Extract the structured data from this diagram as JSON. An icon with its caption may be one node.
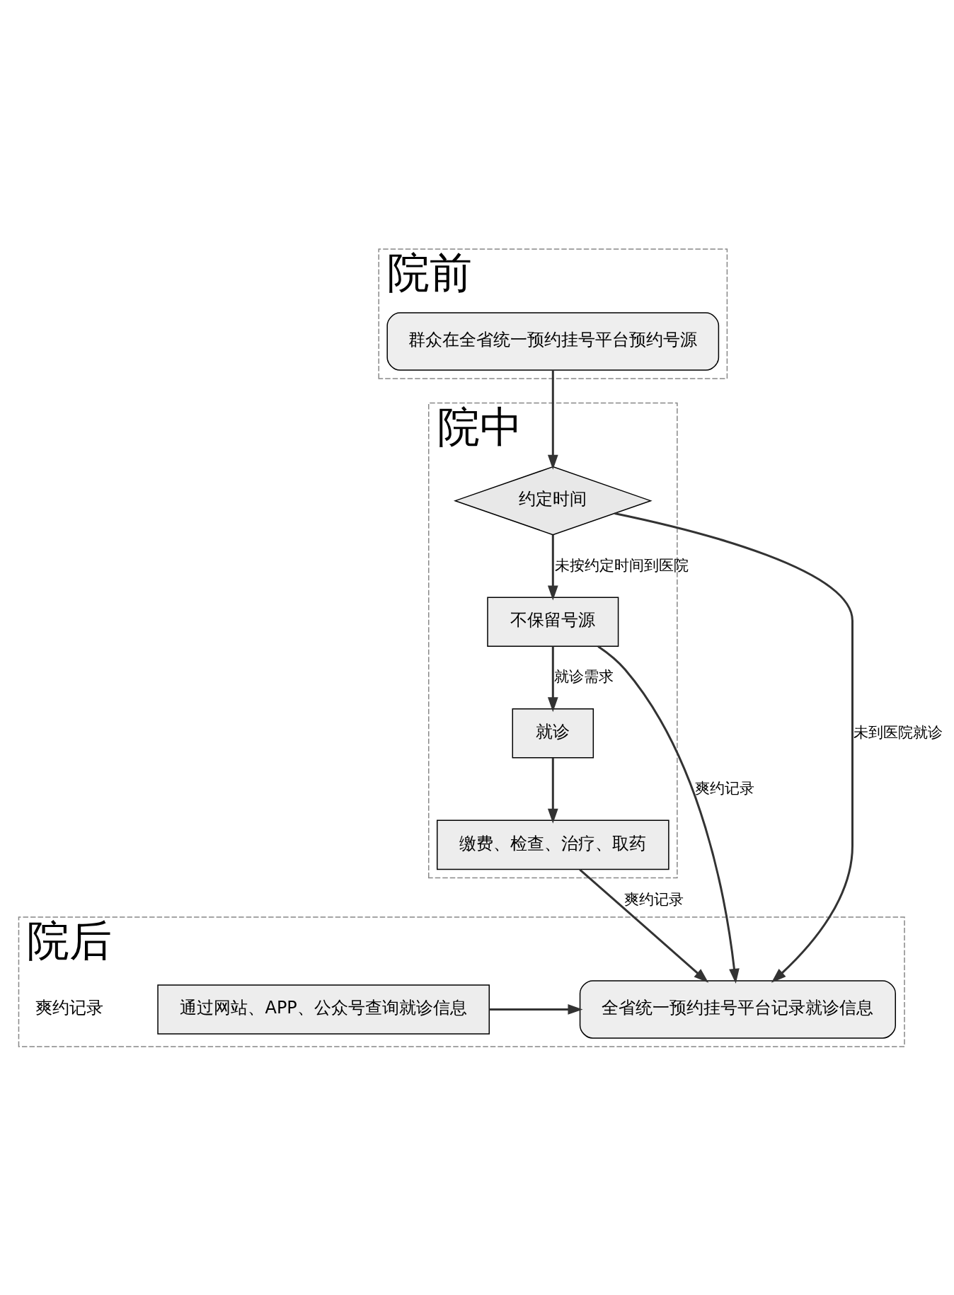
{
  "diagram": {
    "nodes": [
      {
        "text": [
          "院前"
        ]
      },
      {
        "text": [
          "群众在全省统一预约挂号平台预约号源"
        ],
        "in": 0
      },
      {
        "text": [
          "院中"
        ]
      },
      {
        "text": [
          "约定时间"
        ],
        "in": 2
      },
      {
        "text": [
          "不保留号源"
        ],
        "in": 2
      },
      {
        "text": [
          "就诊"
        ],
        "in": 2
      },
      {
        "text": [
          "缴费、检查、治疗、取药"
        ],
        "in": 2
      },
      {
        "text": [
          "院后"
        ]
      },
      {
        "text": [
          "全省统一预约挂号平台记录就诊信息"
        ],
        "in": 7
      },
      {
        "text": [
          "通过网站、APP、公众号查询就诊信息"
        ],
        "in": 7
      }
    ],
    "edges": [
      {
        "from": 1,
        "to": 3,
        "arrow": "to"
      },
      {
        "from": 3,
        "to": 4,
        "arrow": "to",
        "label": "未按约定时间到医院"
      },
      {
        "from": 4,
        "to": 5,
        "arrow": "to",
        "label": "就诊需求"
      },
      {
        "from": 5,
        "to": 6,
        "arrow": "to"
      },
      {
        "from": 6,
        "to": 8,
        "arrow": "to",
        "label": "爽约记录"
      },
      {
        "from": 4,
        "to": 8,
        "arrow": "to",
        "label": "爽约记录"
      },
      {
        "from": 3,
        "to": 8,
        "arrow": "to",
        "label": "未到医院就诊"
      },
      {
        "from": 9,
        "to": 8,
        "arrow": "to"
      }
    ],
    "labels": [
      "爽约记录"
    ]
  }
}
